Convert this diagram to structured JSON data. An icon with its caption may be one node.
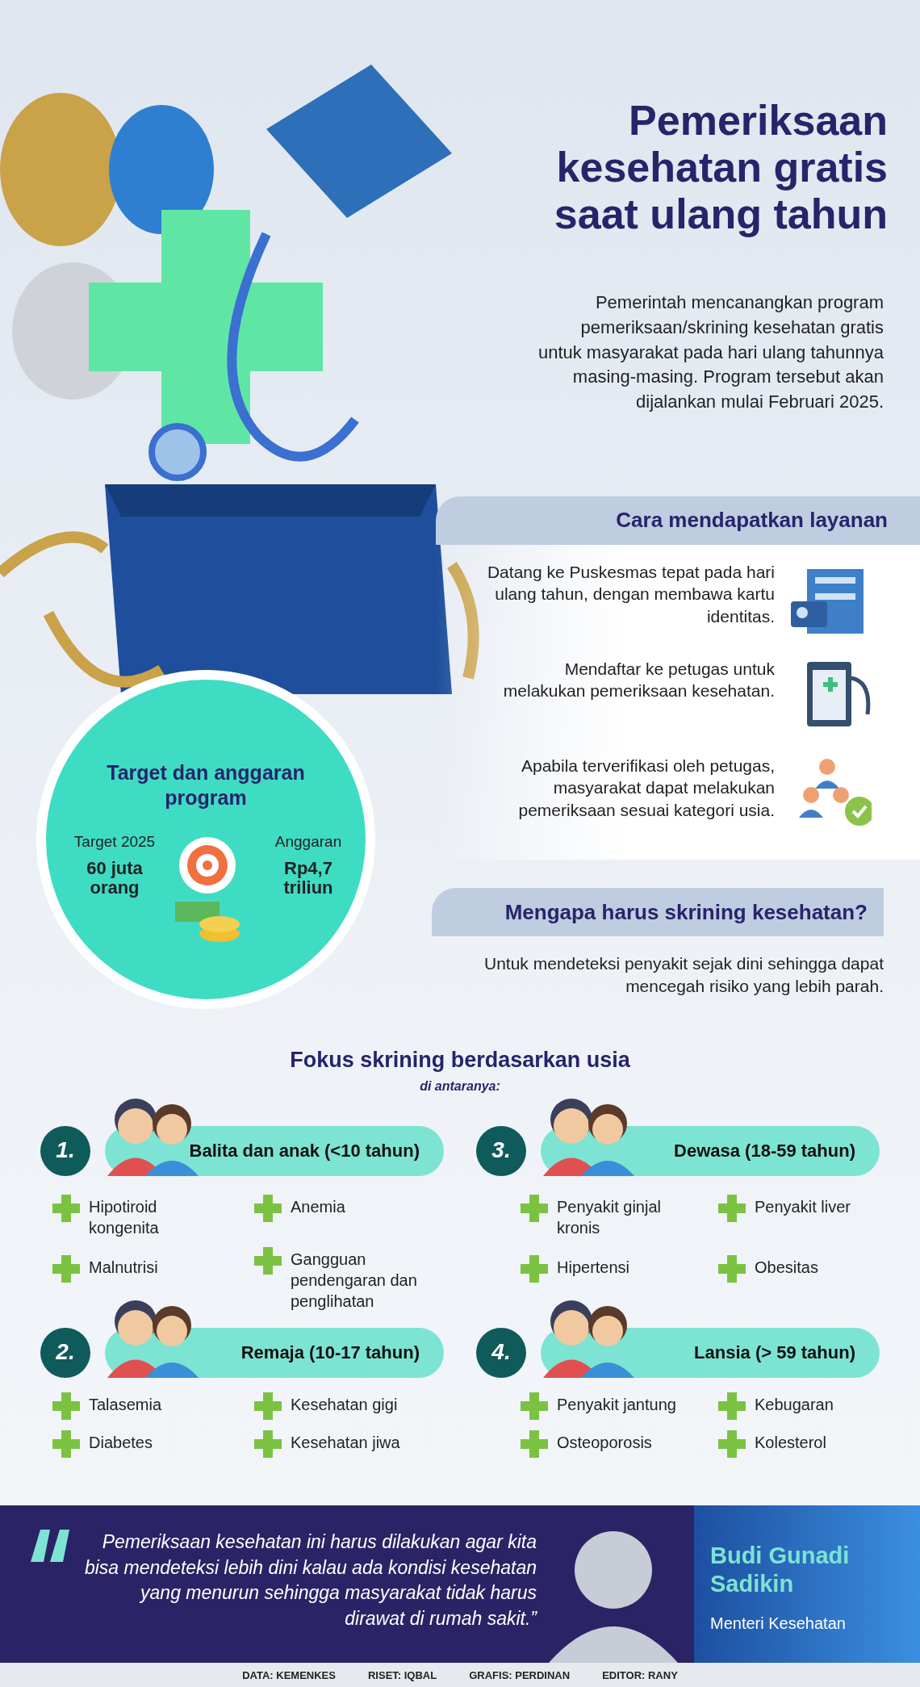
{
  "diagram": {
    "title": "Pemeriksaan kesehatan gratis saat ulang tahun",
    "nodes": [
      {
        "text": [
          "Cara mendapatkan layanan"
        ]
      },
      {
        "text": [
          "Datang ke Puskesmas tepat pada hari ulang tahun, dengan membawa kartu identitas."
        ],
        "in": 0
      },
      {
        "text": [
          "Mendaftar ke petugas untuk melakukan pemeriksaan kesehatan."
        ],
        "in": 0
      },
      {
        "text": [
          "Apabila terverifikasi oleh petugas, masyarakat dapat melakukan pemeriksaan sesuai kategori usia."
        ],
        "in": 0
      },
      {
        "text": [
          "Mengapa harus skrining kesehatan?",
          "Untuk mendeteksi penyakit sejak dini sehingga dapat mencegah risiko yang lebih parah."
        ]
      },
      {
        "text": [
          "Target dan anggaran program",
          "Target 2025",
          "**60** juta orang",
          "Anggaran",
          "Rp**4,7** triliun"
        ]
      },
      {
        "text": [
          "1.",
          "Balita dan anak (<10 tahun)"
        ]
      },
      {
        "text": [
          "3.",
          "Dewasa (18-59 tahun)"
        ]
      },
      {
        "text": [
          "2.",
          "Remaja (10-17 tahun)"
        ]
      },
      {
        "text": [
          "4.",
          "Lansia (> 59 tahun)"
        ]
      },
      {
        "text": [
          "Pemeriksaan kesehatan ini harus dilakukan agar kita bisa mendeteksi lebih dini kalau ada kondisi kesehatan yang menurun sehingga masyarakat tidak harus dirawat di rumah sakit.”"
        ]
      },
      {
        "text": [
          "Budi Gunadi Sadikin",
          "Menteri Kesehatan"
        ]
      }
    ],
    "labels": [
      "Pemerintah mencanangkan program pemeriksaan/skrining kesehatan gratis untuk masyarakat pada hari ulang tahunnya masing-masing. Program tersebut akan dijalankan mulai Februari 2025.",
      "Fokus skrining berdasarkan usia",
      "di antaranya:",
      "Hipotiroid kongenita",
      "Anemia",
      "Malnutrisi",
      "Gangguan pendengaran dan penglihatan",
      "Penyakit ginjal kronis",
      "Penyakit liver",
      "Hipertensi",
      "Obesitas",
      "Talasemia",
      "Kesehatan gigi",
      "Diabetes",
      "Kesehatan jiwa",
      "Penyakit jantung",
      "Kebugaran",
      "Osteoporosis",
      "Kolesterol",
      "DATA: KEMENKES",
      "RISET: IQBAL",
      "GRAFIS: PERDINAN",
      "EDITOR: RANY"
    ]
  }
}
